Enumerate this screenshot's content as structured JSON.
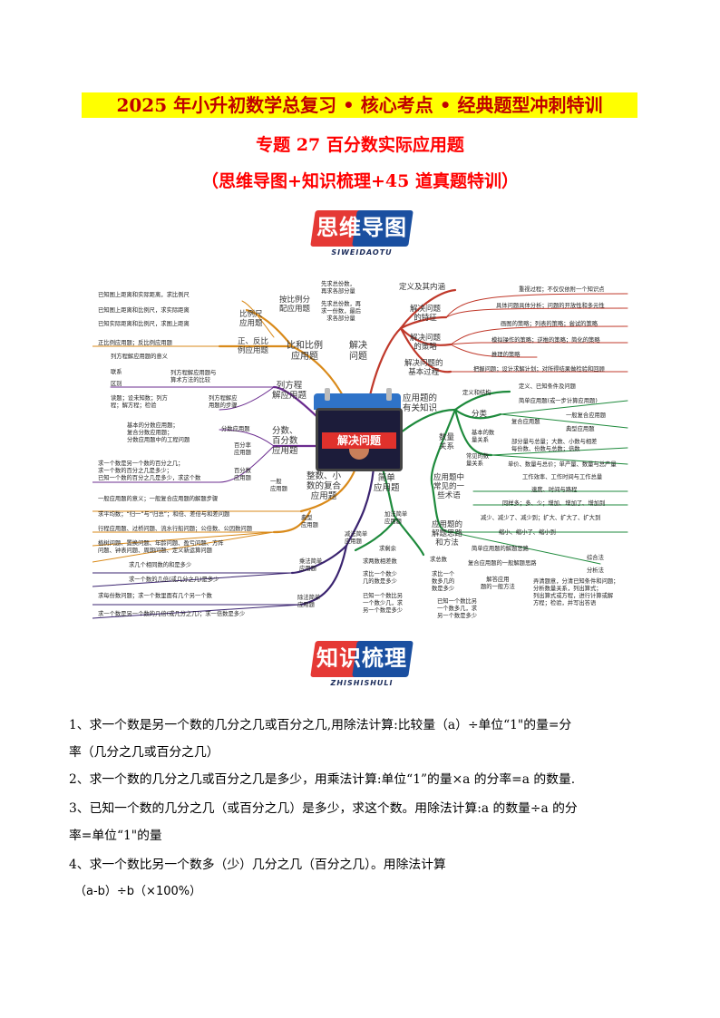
{
  "title": {
    "line1": "2025 年小升初数学总复习 • 核心考点 • 经典题型冲刺特训",
    "line2": "专题 27  百分数实际应用题",
    "line3": "（思维导图+知识梳理+45 道真题特训）"
  },
  "badge1": {
    "big": "思维导图",
    "small": "SIWEIDAOTU"
  },
  "badge2": {
    "big": "知识梳理",
    "small": "ZHISHISHULI"
  },
  "mindmap": {
    "center": "解决问题",
    "nav_prev": "‹",
    "nav_next": "›",
    "labels": {
      "bilichi": "比例尺\n应用题",
      "anbili": "按比例分\n配应用题",
      "anbili_1": "先求总份数，\n再求各部分量",
      "anbili_2": "先求总份数，再\n求一份数，最后\n求各部分量",
      "zhengfan": "正、反比\n例应用题",
      "bilibili": "比和比例\n应用题",
      "jiejue": "解决\n问题",
      "l1": "已知图上距离和实际距离，求比例尺",
      "l2": "已知图上距离和比例尺，求实际距离",
      "l3": "已知实际距离和比例尺，求图上距离",
      "l4": "正比例应用题；反比例应用题",
      "fangcheng": "列方程\n解应用题",
      "f1": "列方程解应用题的意义",
      "f2": "联系",
      "f3": "区别",
      "f4": "列方程解应用题与\n算术方法的比较",
      "f5": "读题；设未知数；列方\n程；解方程；检验",
      "f6": "列方程解应\n用题的步骤",
      "fenshu": "分数、\n百分数\n应用题",
      "fs1": "分数应用题",
      "fs2": "基本的分数应用题；\n复合分数应用题；\n分数应用题中的工程问题",
      "fs3": "百分率\n应用题",
      "fs4": "百分数\n应用题",
      "fs5": "求一个数是另一个数的百分之几；\n求一个数的百分之几是多少；\n已知一个数的百分之几是多少，求这个数",
      "zhengshu": "整数、小\n数的复合\n应用题",
      "yiban": "一般\n应用题",
      "y1": "一般应用题的意义；一般复合应用题的解题步骤",
      "dianxing": "典型\n应用题",
      "d1": "求平均数；“归一”与“归总”；和倍、差倍与和差问题",
      "d2": "行程应用题、过桥问题、流水行船问题；公倍数、公因数问题",
      "d3": "植树问题、置换问题、年龄问题、盈亏问题、方阵\n问题、钟表问题、周期问题、定义新运算问题",
      "jianfa": "简单\n应用题",
      "chengfa": "乘法简单\n应用题",
      "c1": "求几个相同数的和是多少",
      "c2": "求一个数的几倍(或几分之几)是多少",
      "chufa": "除法简单\n应用题",
      "cf1": "求每份数问题；求一个数里面有几个另一个数",
      "cf2": "求一个数是另一个数的几倍(或几分之几)；求一倍数是多少",
      "dingyi": "定义及其内涵",
      "tezheng": "解决问题\n的特征",
      "t1": "重视过程；不仅仅依附一个知识点",
      "t2": "具体问题具体分析；问题的开放性和多元性",
      "celve": "解决问题\n的策略",
      "ce1": "画图的策略；列表的策略；尝试的策略",
      "ce2": "模拟操作的策略；逆推的策略；简化的策略",
      "ce3": "推理的策略",
      "guocheng": "解决问题的\n基本过程",
      "g1": "把握问题；设计求解计划；对所得结果做检验和回顾",
      "youguan": "应用题的\n有关知识",
      "dy": "定义和结构",
      "dy1": "定义、已知条件及问题",
      "fenlei": "分类",
      "fl1": "简单应用题(或一步计算应用题)",
      "fl2": "复合应用题",
      "fl3": "一般复合应用题",
      "fl4": "典型应用题",
      "shuliang": "数量\n关系",
      "jiben": "基本的数\n量关系",
      "jb1": "部分量与总量；大数、小数与相差\n每份数、份数与总数；倍数",
      "changjian": "常见的数\n量关系",
      "cj1": "单价、数量与总价；单产量、数量与总产量",
      "cj2": "工作效率、工作时间与工作总量",
      "cj3": "速度、时间与路程",
      "shuyu": "应用题中\n常见的一\n些术语",
      "sy1": "同样多；多、少；增加、增加了、增加到",
      "sy2": "减少、减少了、减少到；扩大、扩大了、扩大到",
      "sy3": "缩小、缩小了、缩小到",
      "silu": "应用题的\n解题思路\n和方法",
      "sl1": "简单应用题的解题思路",
      "sl2": "复合应用题的一般解题思路",
      "sl3": "综合法",
      "sl4": "分析法",
      "sl5": "解答应用\n题的一般方法",
      "sl6": "弄清题意，分清已知条件和问题；\n分析数量关系，列出算式；\n列出算式或方程，进行计算或解\n方程；检验，并写出答语",
      "jiafa": "加法简单\n应用题",
      "jian": "减法简单\n应用题",
      "j1": "求总数",
      "j2": "求剩余",
      "j3": "求两数相差数",
      "j4": "求比一个数少\n几的数是多少",
      "j5": "求比一个\n数多几的\n数是多少",
      "j6": "已知一个数比另\n一个数少几，求\n另一个数是多少",
      "j7": "已知一个数比另\n一个数多几，求\n另一个数是多少"
    }
  },
  "knowledge": {
    "p1a": "1、求一个数是另一个数的几分之几或百分之几,用除法计算:比较量（a）÷单位“1\"的量=分",
    "p1b": "率（几分之几或百分之几）",
    "p2": "2、求一个数的几分之几或百分之几是多少，用乘法计算:单位“1”的量×a 的分率=a 的数量.",
    "p3a": "3、已知一个数的几分之几（或百分之几）是多少，求这个数。用除法计算:a 的数量÷a 的分",
    "p3b": "率=单位“1\"的量",
    "p4a": "4、求一个数比另一个数多（少）几分之几（百分之几）。用除法计算",
    "p4b": "（a-b）÷b（×100%）"
  },
  "colors": {
    "title_highlight": "#ffff00",
    "title_red": "#c00000",
    "subtitle_red": "#ff0000",
    "branch_red": "#c0392b",
    "branch_green": "#1e8a3c",
    "branch_purple": "#6b2c8f",
    "branch_orange": "#d98a1a",
    "badge_red": "#e53935",
    "badge_blue": "#1a4fa0"
  }
}
